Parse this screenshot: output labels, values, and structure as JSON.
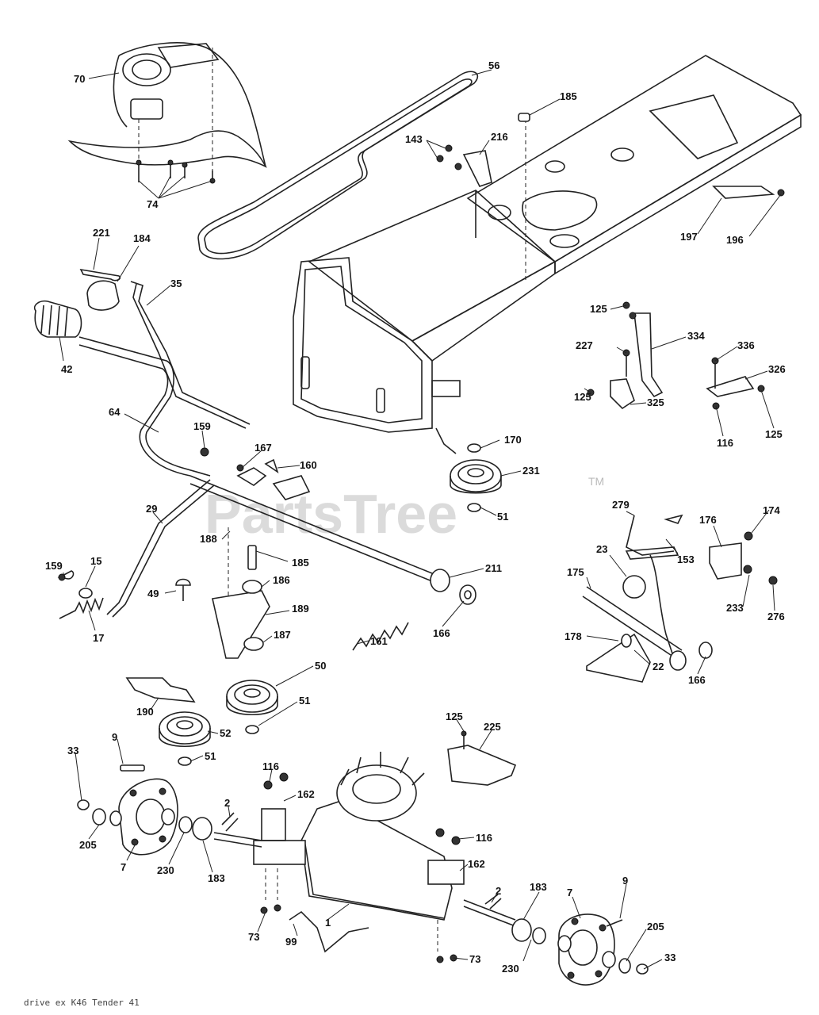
{
  "watermark": "PartsTree",
  "trademark": "TM",
  "footer": "drive ex K46 Tender 41",
  "callouts": {
    "c70": "70",
    "c56": "56",
    "c185a": "185",
    "c143": "143",
    "c216": "216",
    "c74": "74",
    "c221": "221",
    "c184": "184",
    "c35": "35",
    "c197": "197",
    "c196": "196",
    "c42": "42",
    "c125a": "125",
    "c334": "334",
    "c227": "227",
    "c336": "336",
    "c326": "326",
    "c125b": "125",
    "c325": "325",
    "c116a": "116",
    "c125c": "125",
    "c64": "64",
    "c159a": "159",
    "c167": "167",
    "c160": "160",
    "c170": "170",
    "c231": "231",
    "c51a": "51",
    "c279": "279",
    "c174": "174",
    "c176": "176",
    "c29": "29",
    "c23": "23",
    "c153": "153",
    "c188": "188",
    "c185b": "185",
    "c211": "211",
    "c175": "175",
    "c159b": "159",
    "c15": "15",
    "c186": "186",
    "c233": "233",
    "c276": "276",
    "c49": "49",
    "c189": "189",
    "c17": "17",
    "c187": "187",
    "c166a": "166",
    "c161": "161",
    "c178": "178",
    "c22": "22",
    "c166b": "166",
    "c50": "50",
    "c51b": "51",
    "c190": "190",
    "c52": "52",
    "c51c": "51",
    "c125d": "125",
    "c225": "225",
    "c33a": "33",
    "c9a": "9",
    "c116b": "116",
    "c162a": "162",
    "c2a": "2",
    "c116c": "116",
    "c205a": "205",
    "c7a": "7",
    "c230a": "230",
    "c183a": "183",
    "c162b": "162",
    "c183b": "183",
    "c7b": "7",
    "c9b": "9",
    "c2b": "2",
    "c1": "1",
    "c73a": "73",
    "c99": "99",
    "c205b": "205",
    "c33b": "33",
    "c73b": "73",
    "c230b": "230"
  }
}
